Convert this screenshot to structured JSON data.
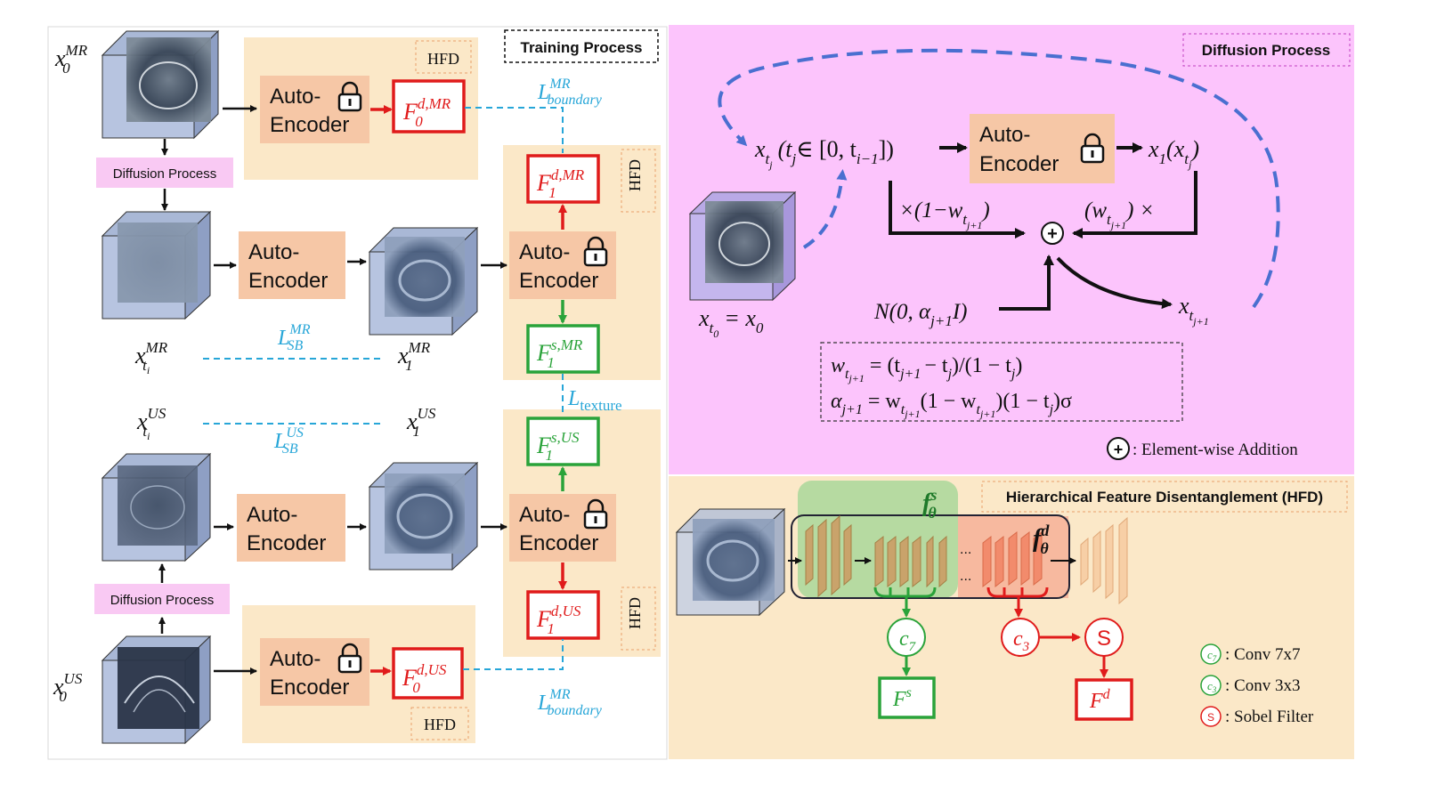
{
  "training": {
    "title": "Training Process",
    "diffusion_label": "Diffusion Process",
    "hfd_label": "HFD",
    "ae_line1": "Auto-",
    "ae_line2": "Encoder",
    "var_x": "x",
    "var_F": "F",
    "L": "L",
    "sub_0": "0",
    "sub_1": "1",
    "sub_ti": "t",
    "sub_i": "i",
    "sup_MR": "MR",
    "sup_US": "US",
    "sup_dMR": "d,MR",
    "sup_sMR": "s,MR",
    "sup_sUS": "s,US",
    "sup_dUS": "d,US",
    "sub_boundary": "boundary",
    "sub_texture": "texture",
    "sub_SB": "SB"
  },
  "diffusion": {
    "title": "Diffusion Process",
    "left_expr": "x",
    "left_sub": "t",
    "left_subsub": "j",
    "left_paren": "(t",
    "left_paren_sub": "j",
    "left_range": "∈ [0, t",
    "left_range_sub": "i−1",
    "left_close": "])",
    "ae_line1": "Auto-",
    "ae_line2": "Encoder",
    "right_expr": "x",
    "right_sub": "1",
    "right_arg": "(x",
    "right_arg_sub": "t",
    "right_arg_subsub": "j",
    "right_close": ")",
    "mult_left": "×(1−w",
    "mult_left_sub": "t",
    "mult_left_subsub": "j+1",
    "mult_left_close": ")",
    "mult_right": "(w",
    "mult_right_sub": "t",
    "mult_right_subsub": "j+1",
    "mult_right_close": ") ×",
    "noise": "N(0, α",
    "noise_sub": "j+1",
    "noise_close": "I)",
    "out": "x",
    "out_sub": "t",
    "out_subsub": "j+1",
    "x0_expr": "x",
    "x0_sub": "t",
    "x0_subsub": "0",
    "x0_eq": "= x",
    "x0_eq_sub": "0",
    "eq1_a": "w",
    "eq1_sub": "t",
    "eq1_subsub": "j+1",
    "eq1_b": "= (t",
    "eq1_b_sub": "j+1",
    "eq1_c": "− t",
    "eq1_c_sub": "j",
    "eq1_d": ")/(1 − t",
    "eq1_d_sub": "j",
    "eq1_e": ")",
    "eq2_a": "α",
    "eq2_a_sub": "j+1",
    "eq2_b": "= w",
    "eq2_b_sub": "t",
    "eq2_b_subsub": "j+1",
    "eq2_c": "(1 − w",
    "eq2_c_sub": "t",
    "eq2_c_subsub": "j+1",
    "eq2_d": ")(1 − t",
    "eq2_d_sub": "j",
    "eq2_e": ")σ",
    "legend_add": ": Element-wise Addition",
    "plus": "+"
  },
  "hfd": {
    "title": "Hierarchical Feature Disentanglement (HFD)",
    "f": "f",
    "f_sub": "θ",
    "f_sup_s": "s",
    "f_sup_d": "d",
    "dots": "...",
    "c7": "c",
    "c7_sub": "7",
    "c3": "c",
    "c3_sub": "3",
    "sobel": "S",
    "Fs": "F",
    "Fs_sup": "s",
    "Fd": "F",
    "Fd_sup": "d",
    "legend_c7": ": Conv 7x7",
    "legend_c3": ": Conv 3x3",
    "legend_s": ": Sobel Filter"
  },
  "colors": {
    "pink_panel": "#fcc4fc",
    "hfd_panel": "#fbe8c8",
    "orange_block": "#f6c7a6",
    "red": "#e01b1b",
    "green": "#2aa33a",
    "cyan": "#27a6d8",
    "blue_dash": "#4a6fd0"
  }
}
